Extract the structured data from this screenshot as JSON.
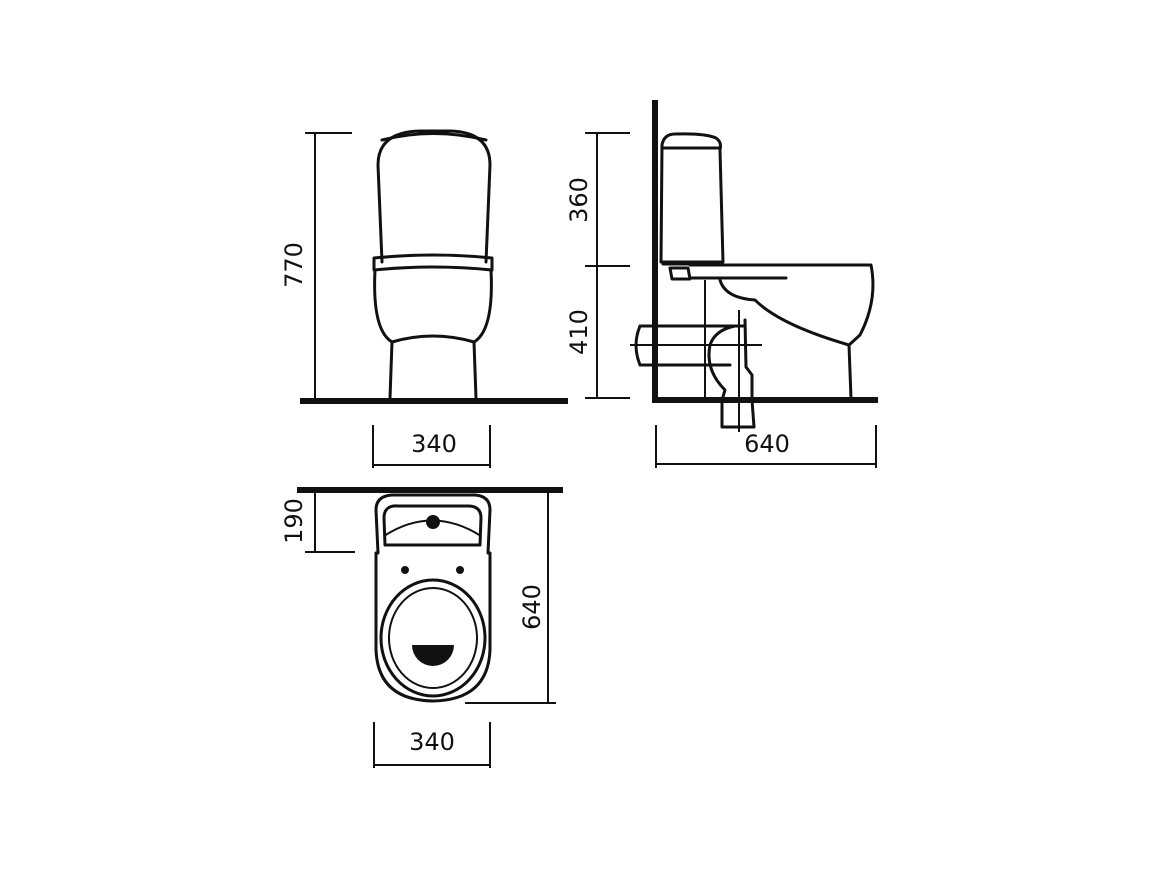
{
  "front_view": {
    "height_label": "770",
    "width_label": "340"
  },
  "side_view": {
    "tank_height_label": "360",
    "seat_height_label": "410",
    "depth_label": "640"
  },
  "top_view": {
    "tank_depth_label": "190",
    "depth_label": "640",
    "width_label": "340"
  },
  "colors": {
    "line": "#111111",
    "background": "#ffffff"
  }
}
